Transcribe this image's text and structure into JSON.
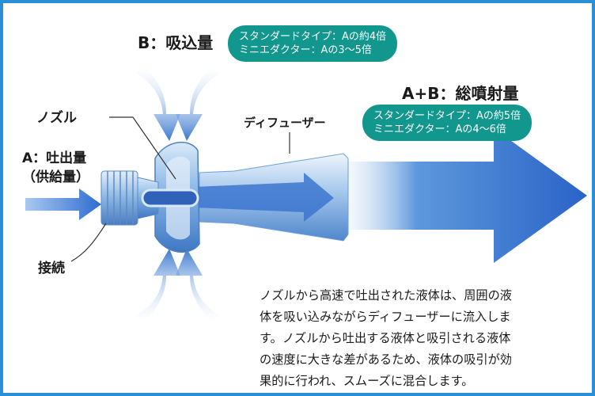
{
  "inlet_label": "B：吸込量",
  "inlet_badge": {
    "line1": "スタンダードタイプ：Aの約4倍",
    "line2": "ミニエダクター：Aの3〜5倍"
  },
  "total_label": "A+B：総噴射量",
  "total_badge": {
    "line1": "スタンダードタイプ：Aの約5倍",
    "line2": "ミニエダクター：Aの4〜6倍"
  },
  "nozzle_label": "ノズル",
  "diffuser_label": "ディフューザー",
  "supply_label": {
    "line1": "A：吐出量",
    "line2": "（供給量）"
  },
  "connection_label": "接続",
  "description": [
    "ノズルから高速で吐出された液体は、周囲の液",
    "体を吸い込みながらディフューザーに流入しま",
    "す。ノズルから吐出する液体と吸引される液体",
    "の速度に大きな差があるため、液体の吸引が効",
    "果的に行われ、スムーズに混合します。"
  ],
  "colors": {
    "frame": "#2a8fd6",
    "badge": "#12978e",
    "flow_arrow": "#2a6fd0",
    "suction_arrow": "#3a7fd4"
  }
}
